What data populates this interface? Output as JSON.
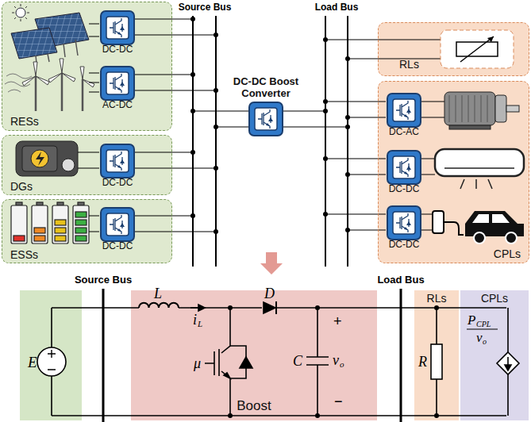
{
  "diagram": {
    "nodes": [
      {
        "text": [
          "RESs"
        ]
      },
      {
        "text": [
          "DC-DC"
        ],
        "in": 0
      },
      {
        "text": [
          "AC-DC"
        ],
        "in": 0
      },
      {
        "text": [
          "DGs"
        ]
      },
      {
        "text": [
          "DC-DC"
        ],
        "in": 3
      },
      {
        "text": [
          "ESSs"
        ]
      },
      {
        "text": [
          "DC-DC"
        ],
        "in": 5
      },
      {
        "text": [
          "DC-DC Boost Converter"
        ]
      },
      {
        "text": [
          "RLs"
        ]
      },
      {
        "text": [
          "CPLs"
        ]
      },
      {
        "text": [
          "DC-AC"
        ],
        "in": 9
      },
      {
        "text": [
          "DC-DC"
        ],
        "in": 9
      },
      {
        "text": [
          "DC-DC"
        ],
        "in": 9
      },
      {
        "text": [
          "Boost"
        ]
      },
      {
        "text": [
          "RLs"
        ]
      },
      {
        "text": [
          "CPLs"
        ]
      }
    ],
    "labels": [
      "Source Bus",
      "Load Bus",
      "Source Bus",
      "Load Bus",
      "E",
      "L",
      "i",
      "L",
      "D",
      "μ",
      "C",
      "+",
      "v",
      "o",
      "−",
      "R",
      "P",
      "CPL",
      "v",
      "o"
    ]
  }
}
